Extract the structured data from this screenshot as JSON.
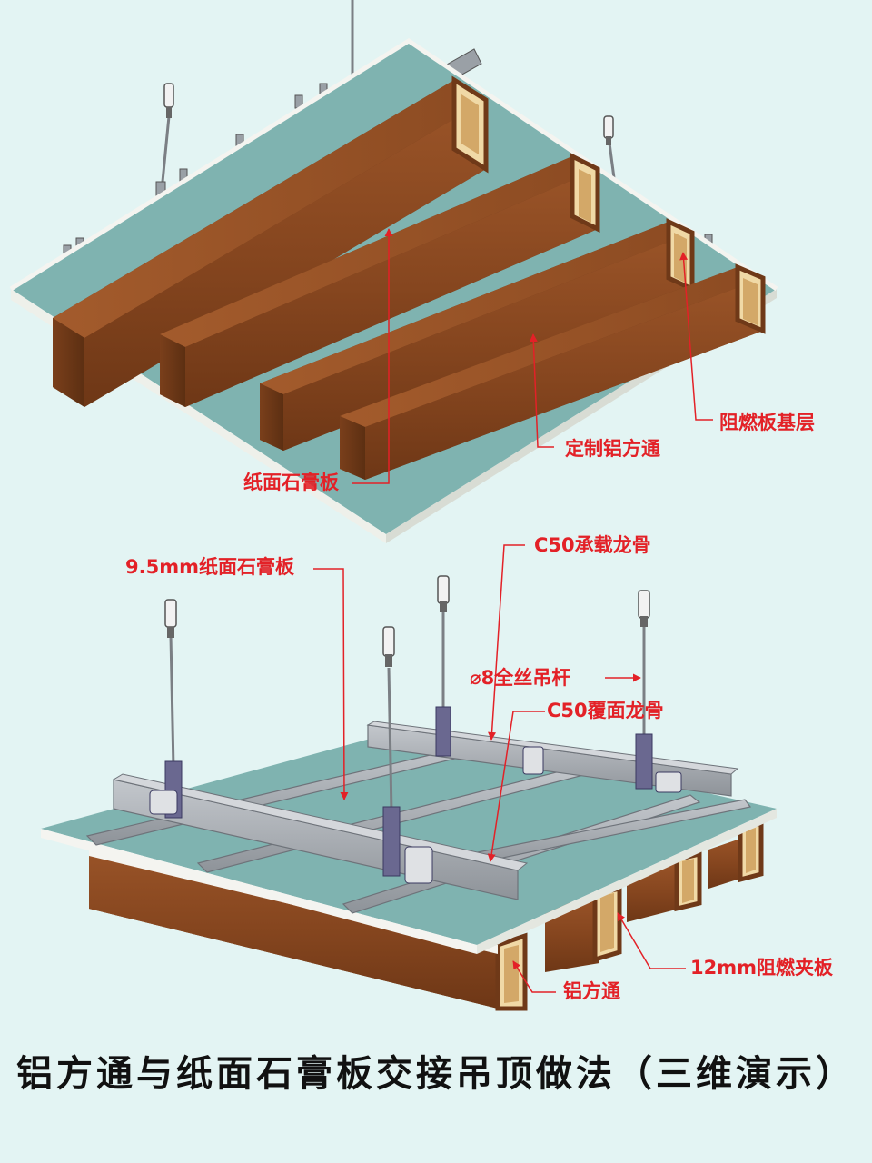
{
  "top_figure": {
    "labels": {
      "gypsum_board": "纸面石膏板",
      "custom_aluminum_tube": "定制铝方通",
      "fire_retardant_base": "阻燃板基层"
    }
  },
  "bottom_figure": {
    "labels": {
      "gypsum_board_95": "9.5mm纸面石膏板",
      "c50_main_keel": "C50承载龙骨",
      "hanging_rod": "⌀8全丝吊杆",
      "c50_cover_keel": "C50覆面龙骨",
      "fire_retardant_plywood": "12mm阻燃夹板",
      "aluminum_tube": "铝方通"
    }
  },
  "caption": "铝方通与纸面石膏板交接吊顶做法（三维演示）",
  "colors": {
    "background": "#e3f4f3",
    "board": "#7fb3b0",
    "board_edge": "#f4f4f0",
    "wood_front": "#8b4a22",
    "wood_side": "#6f3918",
    "wood_bottom": "#a35a2c",
    "core": "#d8b57a",
    "steel": "#a7abb1",
    "steel_dark": "#6e737a",
    "clip": "#6a6890",
    "annotation": "#e32127"
  },
  "icons": [
    "expansion-bolt-icon",
    "hanger-clip-icon"
  ]
}
